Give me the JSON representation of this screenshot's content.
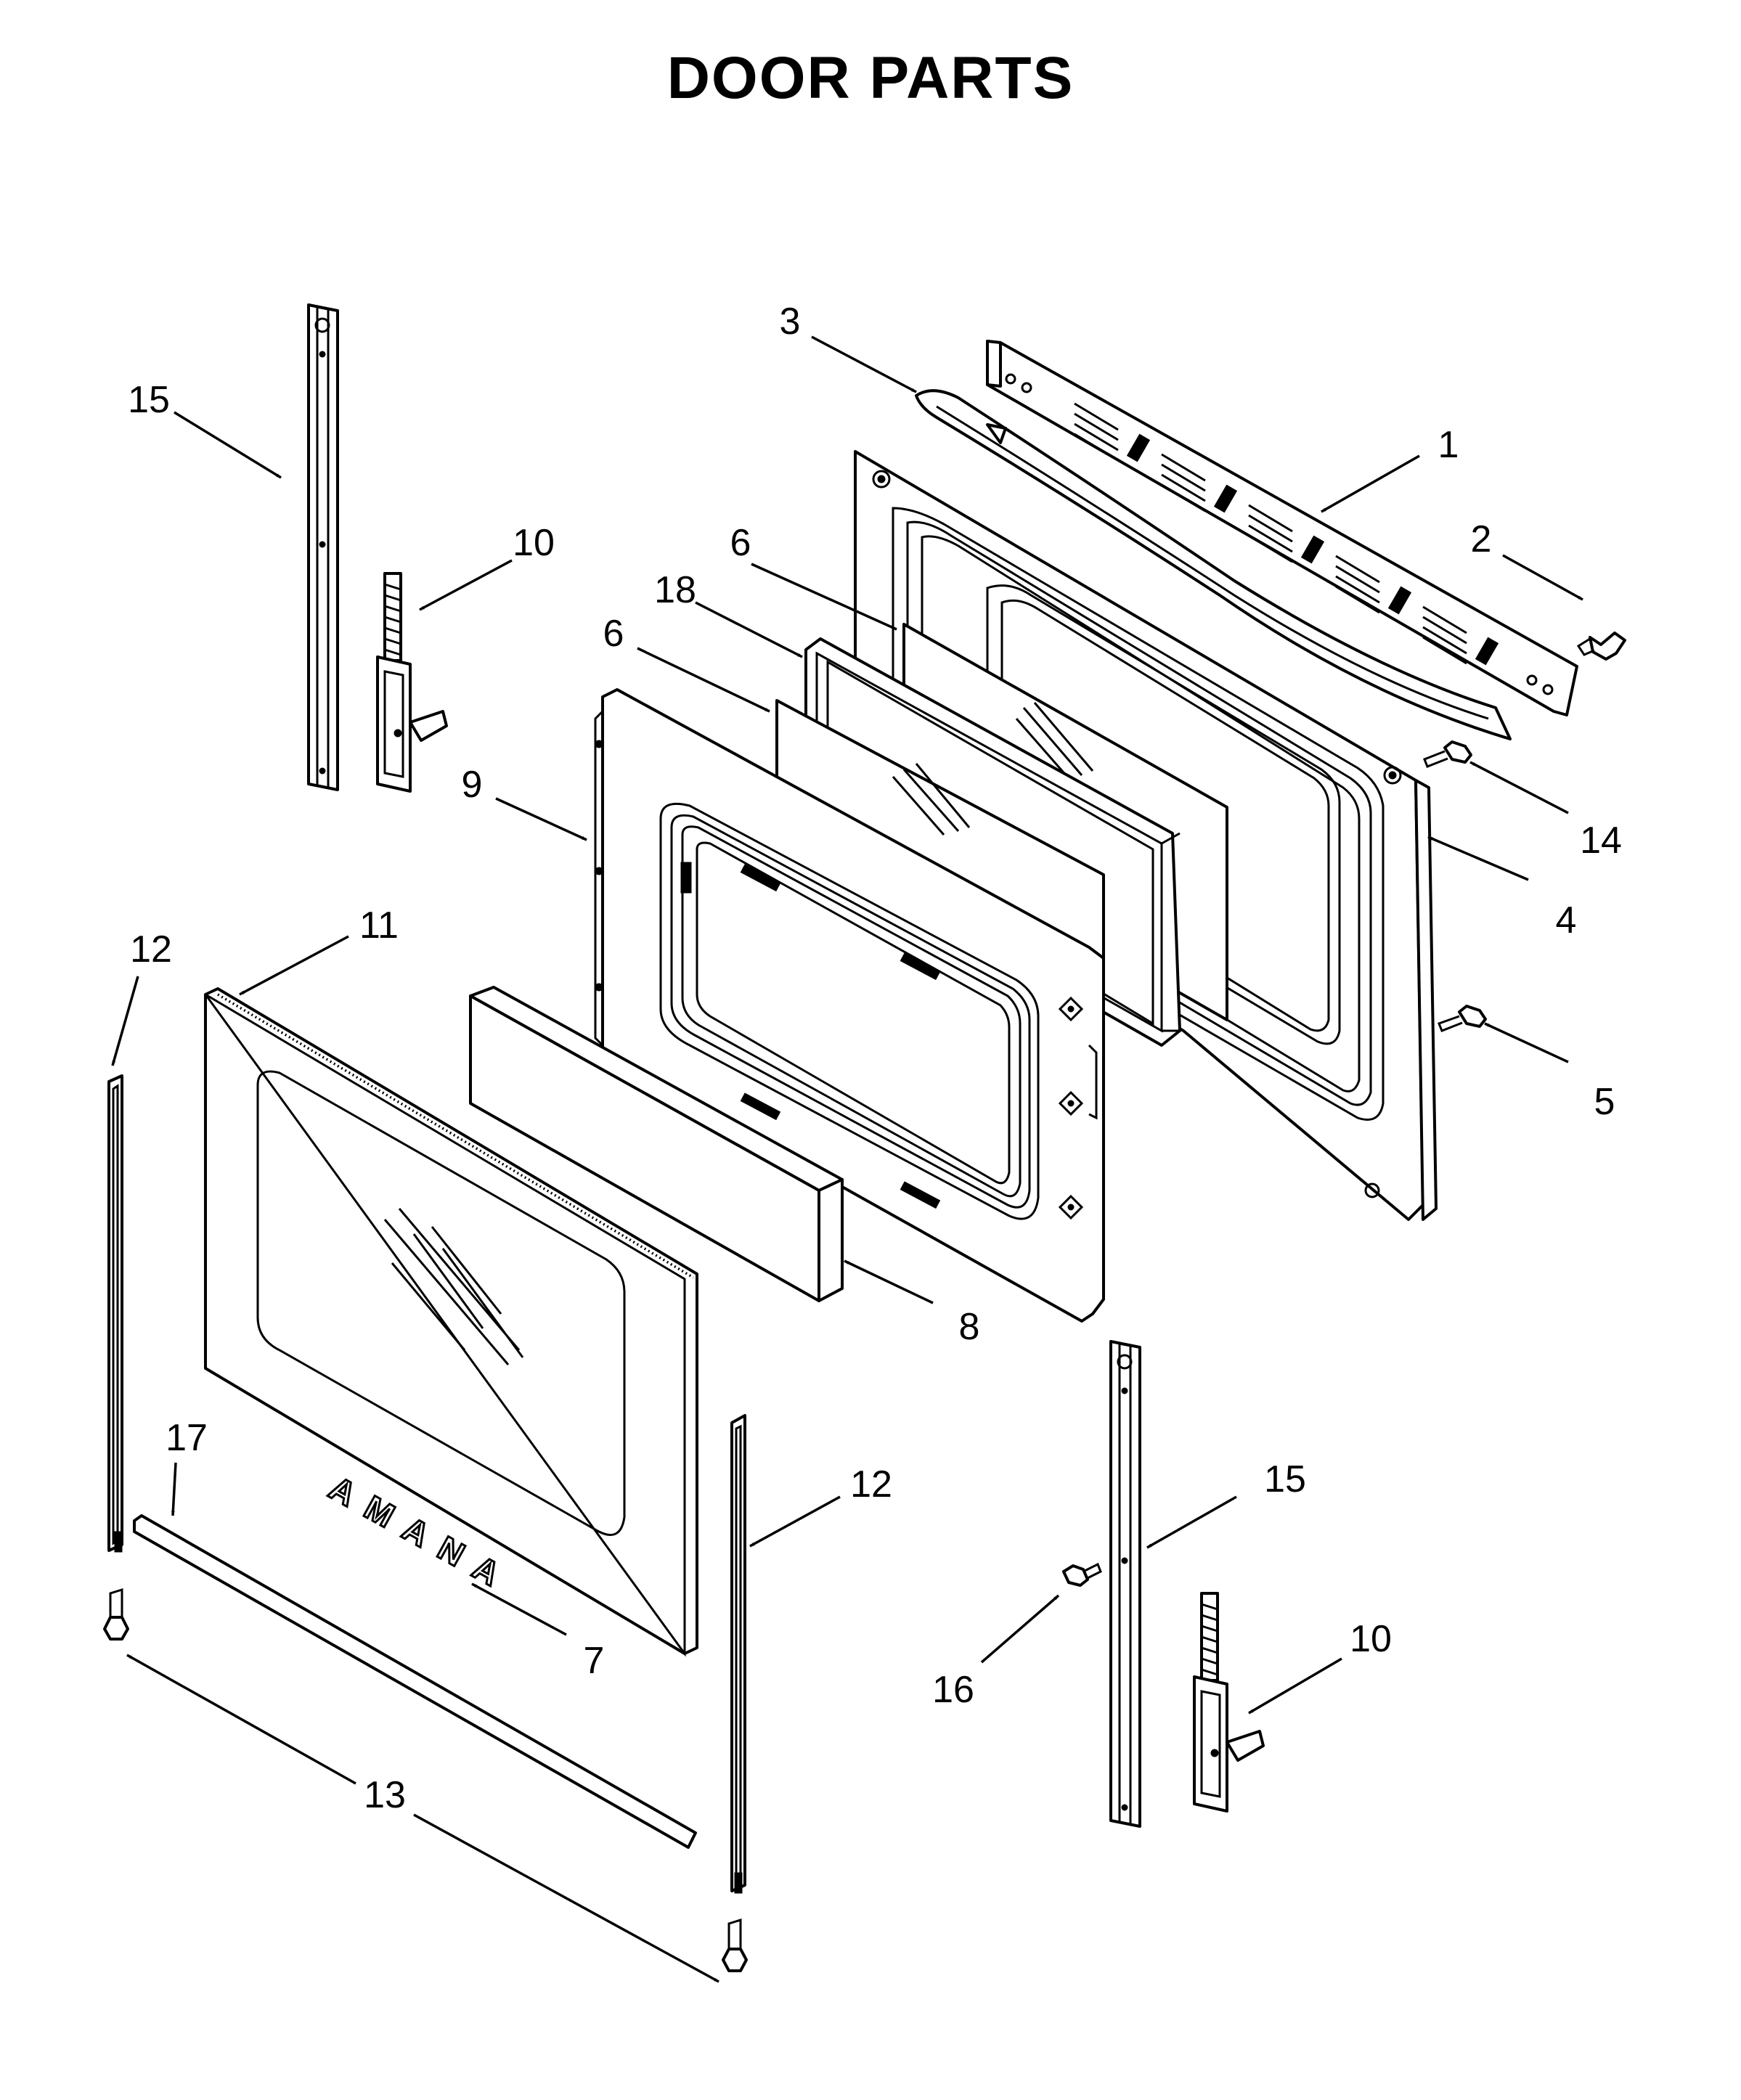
{
  "title": "DOOR PARTS",
  "brand_logo": "AMANA",
  "callouts": [
    {
      "id": "c1",
      "label": "1"
    },
    {
      "id": "c2",
      "label": "2"
    },
    {
      "id": "c3",
      "label": "3"
    },
    {
      "id": "c4",
      "label": "4"
    },
    {
      "id": "c5",
      "label": "5"
    },
    {
      "id": "c6a",
      "label": "6"
    },
    {
      "id": "c6b",
      "label": "6"
    },
    {
      "id": "c7",
      "label": "7"
    },
    {
      "id": "c8",
      "label": "8"
    },
    {
      "id": "c9",
      "label": "9"
    },
    {
      "id": "c10a",
      "label": "10"
    },
    {
      "id": "c10b",
      "label": "10"
    },
    {
      "id": "c11",
      "label": "11"
    },
    {
      "id": "c12a",
      "label": "12"
    },
    {
      "id": "c12b",
      "label": "12"
    },
    {
      "id": "c13",
      "label": "13"
    },
    {
      "id": "c14",
      "label": "14"
    },
    {
      "id": "c15a",
      "label": "15"
    },
    {
      "id": "c15b",
      "label": "15"
    },
    {
      "id": "c16",
      "label": "16"
    },
    {
      "id": "c17",
      "label": "17"
    },
    {
      "id": "c18",
      "label": "18"
    }
  ]
}
